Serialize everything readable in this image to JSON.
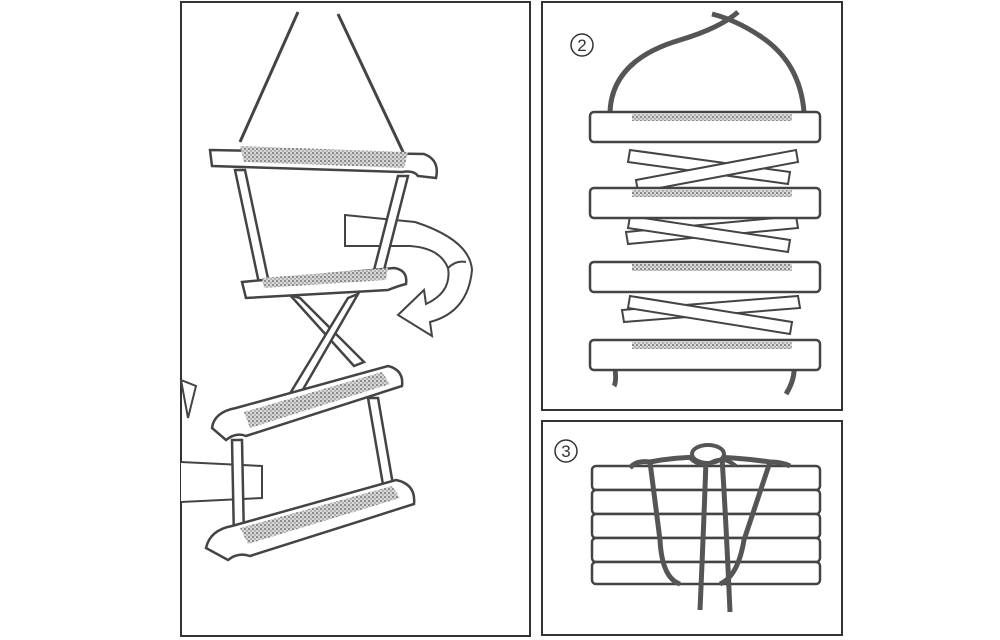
{
  "figure": {
    "panels": [
      {
        "id": "panel-1",
        "label": ""
      },
      {
        "id": "panel-2",
        "label": "2"
      },
      {
        "id": "panel-3",
        "label": "3"
      }
    ]
  },
  "colors": {
    "ink": "#333333",
    "paper": "#ffffff",
    "grip": "#8c8c8c"
  }
}
